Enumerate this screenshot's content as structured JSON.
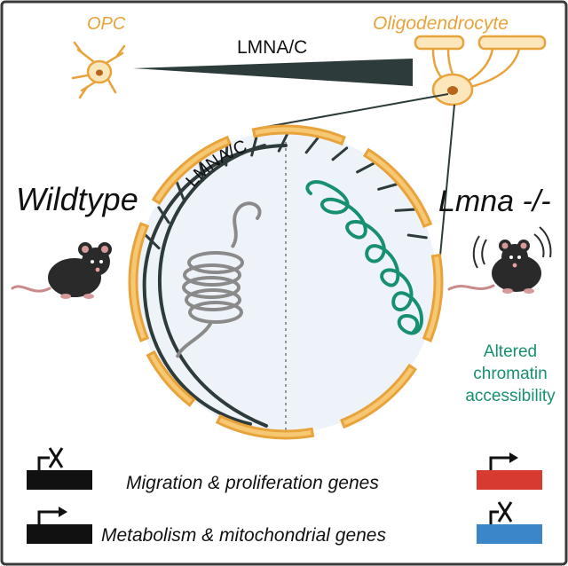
{
  "labels": {
    "opc": "OPC",
    "oligodendrocyte": "Oligodendrocyte",
    "lmna_top": "LMNA/C",
    "lmna_arc": "LMNA/C",
    "wildtype": "Wildtype",
    "knockout": "Lmna -/-",
    "altered": "Altered chromatin accessibility"
  },
  "genes": [
    {
      "label": "Migration & proliferation genes",
      "left_state": "repressed",
      "right_state": "expressed",
      "right_color": "#d63a30"
    },
    {
      "label": "Metabolism & mitochondrial genes",
      "left_state": "expressed",
      "right_state": "repressed",
      "right_color": "#3b86c8"
    }
  ],
  "colors": {
    "cell_orange": "#e8a33b",
    "cell_fill": "#fbe7bb",
    "lamina_dark": "#2d3b3b",
    "chromatin_green": "#17906f",
    "chromatin_grey": "#8a8a8a",
    "nucleus_fill": "#eef3f9",
    "frame": "#3a3a3a"
  },
  "icons": [
    "opc-cell-icon",
    "oligodendrocyte-icon",
    "mouse-icon",
    "gene-promoter-icon"
  ]
}
